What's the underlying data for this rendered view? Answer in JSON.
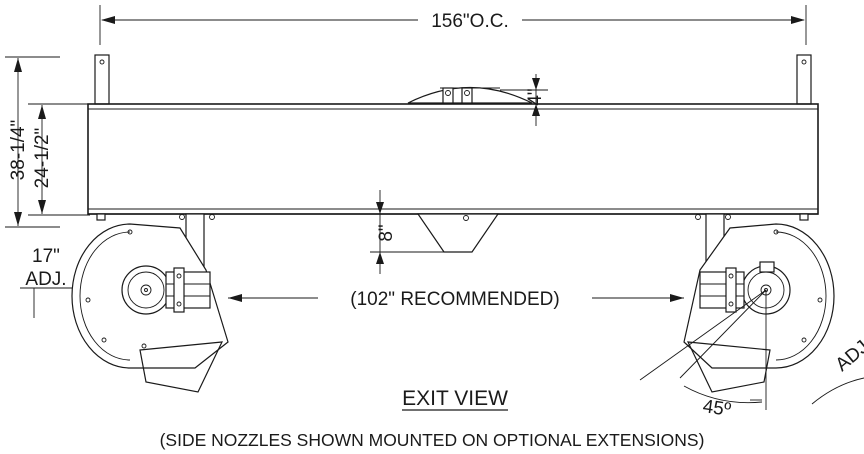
{
  "dimensions": {
    "overall_width": "156\"O.C.",
    "overall_height": "38-1/4\"",
    "frame_height": "24-1/2\"",
    "top_offset": "4\"",
    "bottom_clearance": "8\"",
    "nozzle_adjust_label_1": "17\"",
    "nozzle_adjust_label_2": "ADJ.",
    "recommended_width": "(102\" RECOMMENDED)",
    "angle": "45º",
    "angle_adjust": "ADJ."
  },
  "view_title": "EXIT VIEW",
  "note": "(SIDE NOZZLES SHOWN MOUNTED ON OPTIONAL EXTENSIONS)"
}
